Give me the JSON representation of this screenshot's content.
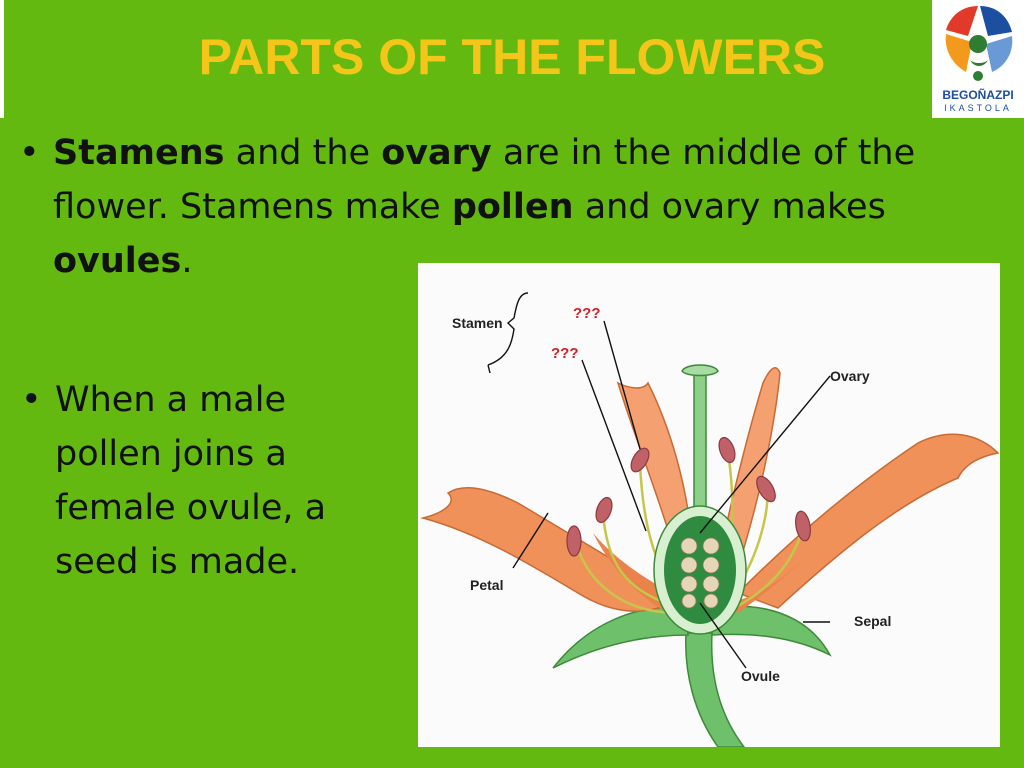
{
  "slide": {
    "title": "PARTS OF THE FLOWERS",
    "bullet_symbol": "•",
    "bullet1": {
      "w1": "Stamens",
      "t1": " and the ",
      "w2": "ovary",
      "t2": " are in the middle  of the flower. Stamens make ",
      "w3": "pollen",
      "t3": " and ovary makes ",
      "w4": "ovules",
      "t4": "."
    },
    "bullet2": "When a male pollen joins a female ovule, a seed is made."
  },
  "logo": {
    "name": "BEGOÑAZPI",
    "sub": "IKASTOLA"
  },
  "diagram": {
    "labels": {
      "stamen": "Stamen",
      "q1": "???",
      "q2": "???",
      "ovary": "Ovary",
      "petal": "Petal",
      "sepal": "Sepal",
      "ovule": "Ovule"
    }
  },
  "colors": {
    "background": "#63b90f",
    "title": "#f5c61a",
    "petal": "#f0915a",
    "stem": "#6ec06a",
    "question_marks": "#d0202a"
  }
}
